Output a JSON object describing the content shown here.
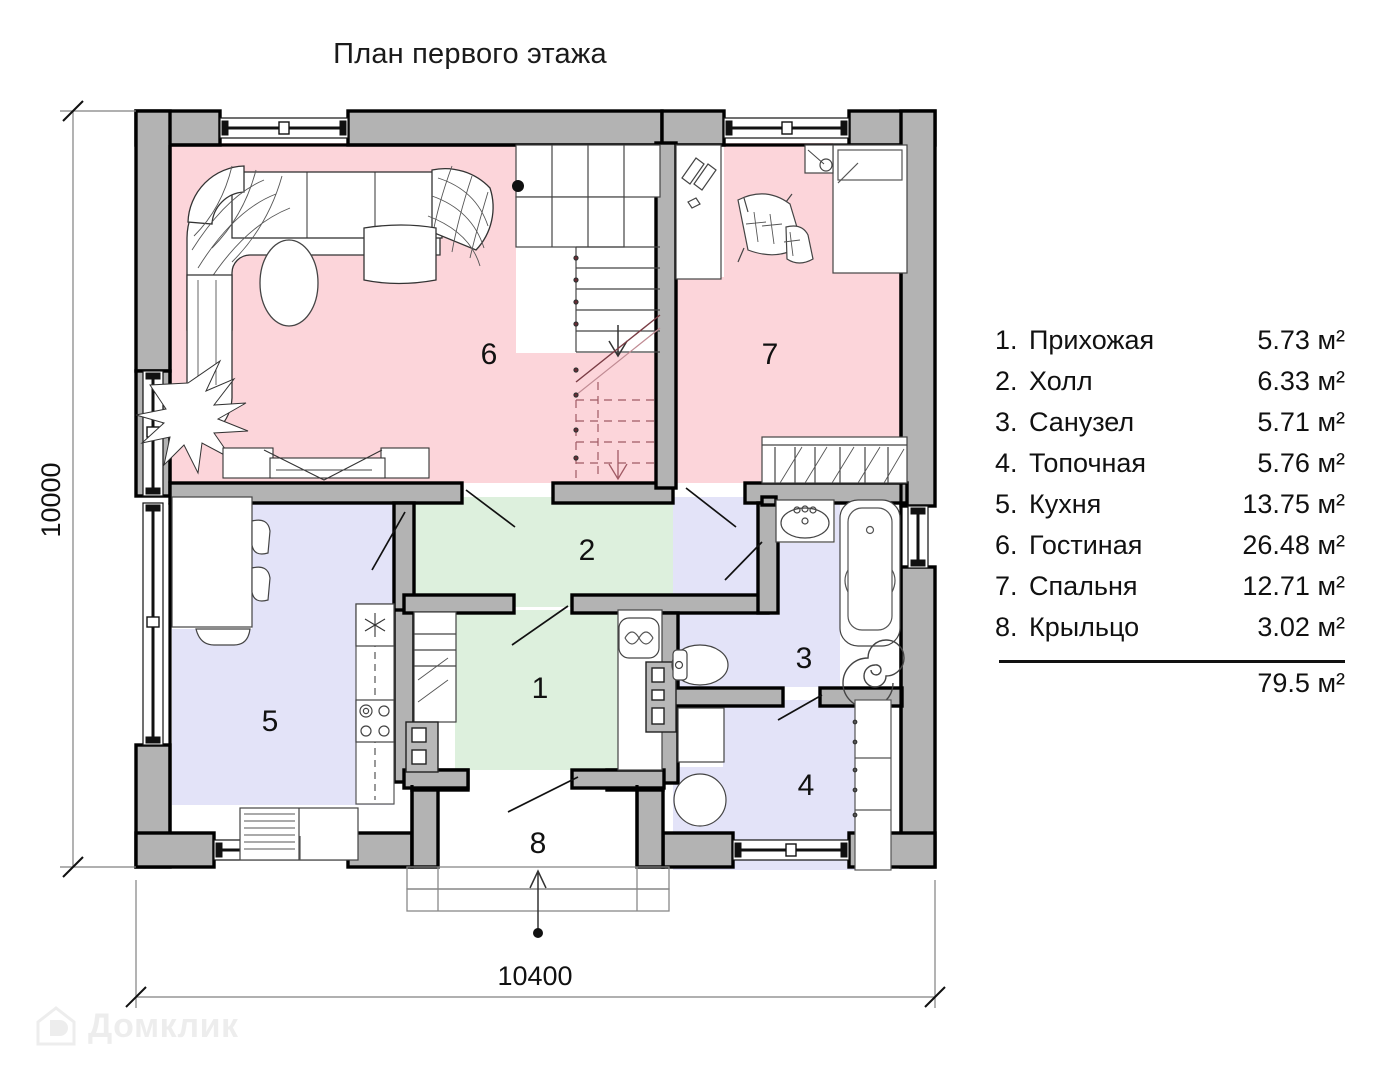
{
  "title": "План первого этажа",
  "dimensions": {
    "vertical": "10000",
    "horizontal": "10400"
  },
  "room_labels": {
    "r1": "1",
    "r2": "2",
    "r3": "3",
    "r4": "4",
    "r5": "5",
    "r6": "6",
    "r7": "7",
    "r8": "8"
  },
  "legend": {
    "rows": [
      {
        "num": "1.",
        "name": "Прихожая",
        "area": "5.73 м²"
      },
      {
        "num": "2.",
        "name": "Холл",
        "area": "6.33 м²"
      },
      {
        "num": "3.",
        "name": "Санузел",
        "area": "5.71 м²"
      },
      {
        "num": "4.",
        "name": "Топочная",
        "area": "5.76 м²"
      },
      {
        "num": "5.",
        "name": "Кухня",
        "area": "13.75 м²"
      },
      {
        "num": "6.",
        "name": "Гостиная",
        "area": "26.48 м²"
      },
      {
        "num": "7.",
        "name": "Спальня",
        "area": "12.71 м²"
      },
      {
        "num": "8.",
        "name": "Крыльцо",
        "area": "3.02 м²"
      }
    ],
    "total": "79.5 м²"
  },
  "watermark": {
    "text": "Домклик"
  },
  "colors": {
    "wall_fill": "#b3b3b3",
    "wall_stroke": "#000000",
    "living_pink": "#fcd5da",
    "hall_green": "#ddf0dd",
    "utility_lavender": "#e3e3f8",
    "line": "#1a1a1a",
    "dim_line": "#808080"
  }
}
